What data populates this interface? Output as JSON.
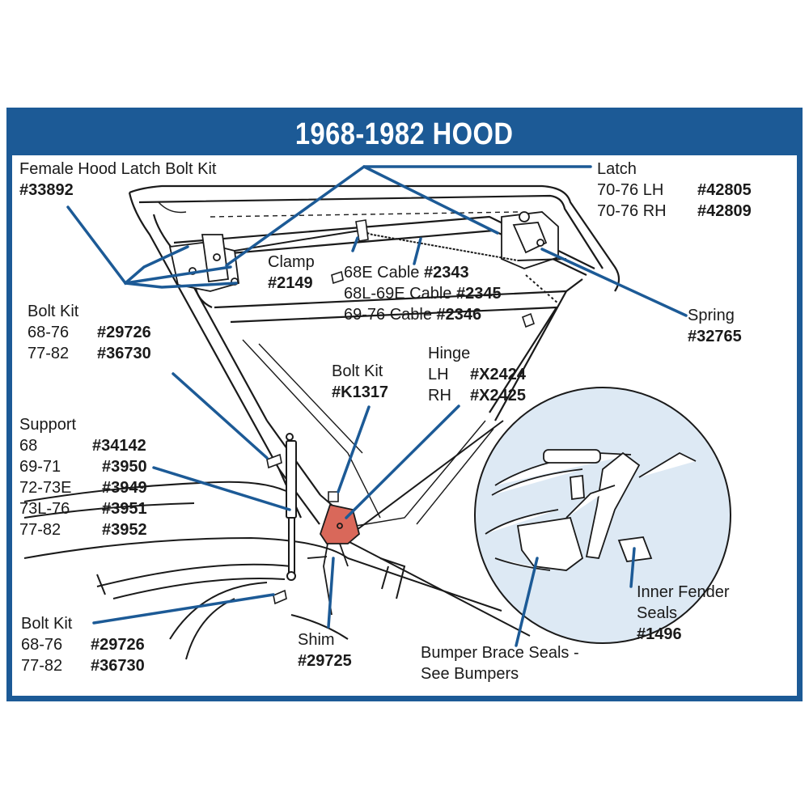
{
  "title": "1968-1982 HOOD",
  "colors": {
    "brand_blue": "#1c5a96",
    "callout_blue": "#1c5a96",
    "highlight_part": "#d9685a",
    "inset_bg": "#dde9f4"
  },
  "labels": {
    "female_latch": {
      "name": "Female Hood Latch Bolt Kit",
      "part": "#33892"
    },
    "latch": {
      "name": "Latch",
      "rows": [
        {
          "years": "70-76 LH",
          "part": "#42805"
        },
        {
          "years": "70-76 RH",
          "part": "#42809"
        }
      ]
    },
    "clamp": {
      "name": "Clamp",
      "part": "#2149"
    },
    "cable": {
      "rows": [
        {
          "name": "68E Cable",
          "part": "#2343"
        },
        {
          "name": "68L-69E Cable",
          "part": "#2345"
        },
        {
          "name": "69-76 Cable",
          "part": "#2346"
        }
      ]
    },
    "spring": {
      "name": "Spring",
      "part": "#32765"
    },
    "bolt_kit_upper": {
      "name": "Bolt Kit",
      "rows": [
        {
          "years": "68-76",
          "part": "#29726"
        },
        {
          "years": "77-82",
          "part": "#36730"
        }
      ]
    },
    "bolt_kit_k": {
      "name": "Bolt Kit",
      "part": "#K1317"
    },
    "hinge": {
      "name": "Hinge",
      "rows": [
        {
          "years": "LH",
          "part": "#X2424"
        },
        {
          "years": "RH",
          "part": "#X2425"
        }
      ]
    },
    "support": {
      "name": "Support",
      "rows": [
        {
          "years": "68",
          "part": "#34142"
        },
        {
          "years": "69-71",
          "part": "#3950"
        },
        {
          "years": "72-73E",
          "part": "#3949"
        },
        {
          "years": "73L-76",
          "part": "#3951"
        },
        {
          "years": "77-82",
          "part": "#3952"
        }
      ]
    },
    "inner_fender": {
      "line1": "Inner Fender",
      "line2": "Seals",
      "part": "#1496"
    },
    "bolt_kit_lower": {
      "name": "Bolt Kit",
      "rows": [
        {
          "years": "68-76",
          "part": "#29726"
        },
        {
          "years": "77-82",
          "part": "#36730"
        }
      ]
    },
    "shim": {
      "name": "Shim",
      "part": "#29725"
    },
    "bumper_brace": {
      "line1": "Bumper Brace Seals -",
      "line2": "See Bumpers"
    }
  }
}
